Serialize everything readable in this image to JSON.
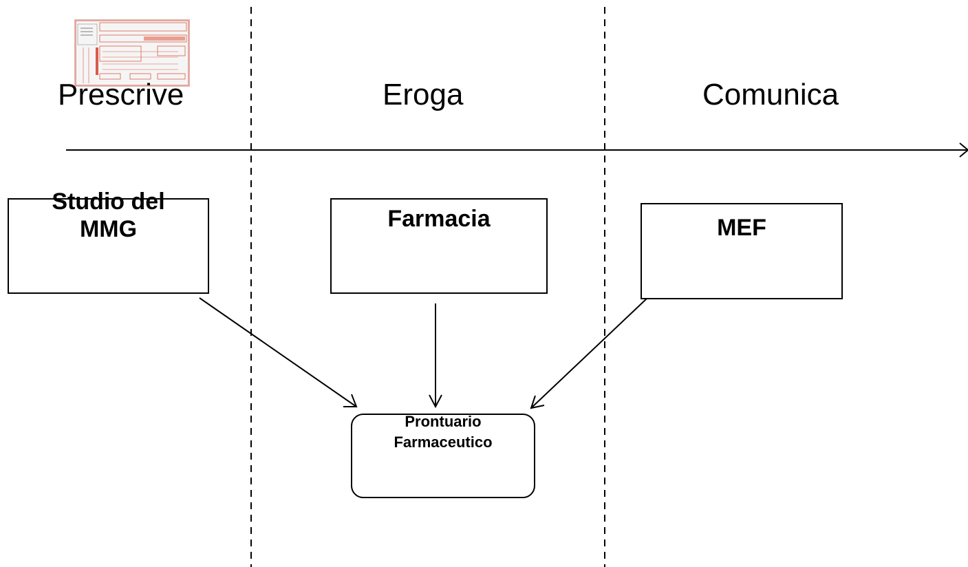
{
  "phases": {
    "prescrive": "Prescrive",
    "eroga": "Eroga",
    "comunica": "Comunica"
  },
  "boxes": {
    "studio_line1": "Studio del",
    "studio_line2": "MMG",
    "farmacia": "Farmacia",
    "mef": "MEF"
  },
  "prontuario": {
    "line1": "Prontuario",
    "line2": "Farmaceutico"
  },
  "colors": {
    "line": "#000000",
    "form_accent": "#d9533f"
  }
}
